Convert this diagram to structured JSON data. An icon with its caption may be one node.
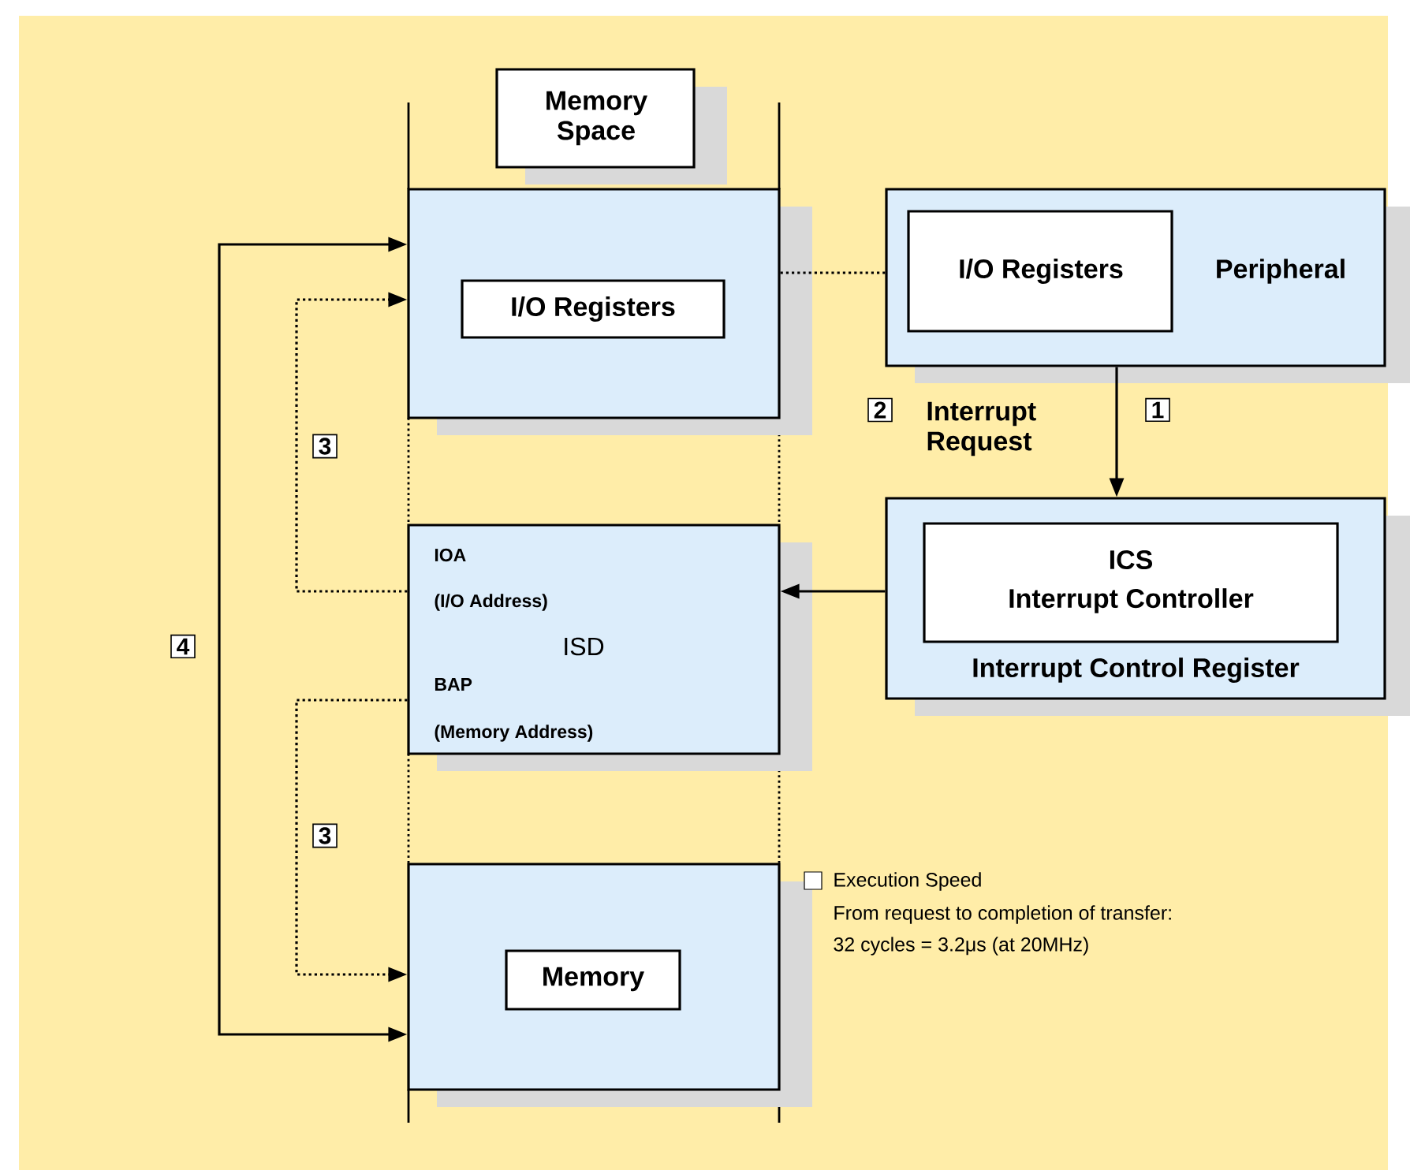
{
  "diagram": {
    "nodes": [
      {
        "text": [
          "Memory Space"
        ]
      },
      {
        "text": [],
        "shape": "box"
      },
      {
        "text": [
          "I/O Registers"
        ],
        "in": 1
      },
      {
        "text": [
          "IOA",
          "(I/O Address)",
          "ISD",
          "BAP",
          "(Memory Address)"
        ]
      },
      {
        "text": [],
        "shape": "box"
      },
      {
        "text": [
          "Memory"
        ],
        "in": 4
      },
      {
        "text": [
          "Peripheral"
        ]
      },
      {
        "text": [
          "I/O Registers"
        ],
        "in": 6
      },
      {
        "text": [
          "Interrupt Control Register"
        ]
      },
      {
        "text": [
          "ICS",
          "Interrupt Controller"
        ],
        "in": 8
      }
    ],
    "edges": [
      {
        "from": 1,
        "to": 6,
        "arrow": "none",
        "style": "dashed"
      },
      {
        "from": 6,
        "to": 8,
        "arrow": "to"
      },
      {
        "from": 8,
        "to": 3,
        "arrow": "to"
      },
      {
        "from": 3,
        "to": 1,
        "arrow": "to",
        "style": "dashed"
      },
      {
        "from": 3,
        "to": 4,
        "arrow": "to",
        "style": "dashed"
      },
      {
        "from": 1,
        "to": 4,
        "arrow": "both"
      }
    ],
    "labels": [
      "3",
      "3",
      "4",
      "2",
      "Interrupt Request",
      "1",
      "Execution Speed",
      "From request to completion of transfer:",
      "32 cycles = 3.2μs (at 20MHz)"
    ]
  }
}
